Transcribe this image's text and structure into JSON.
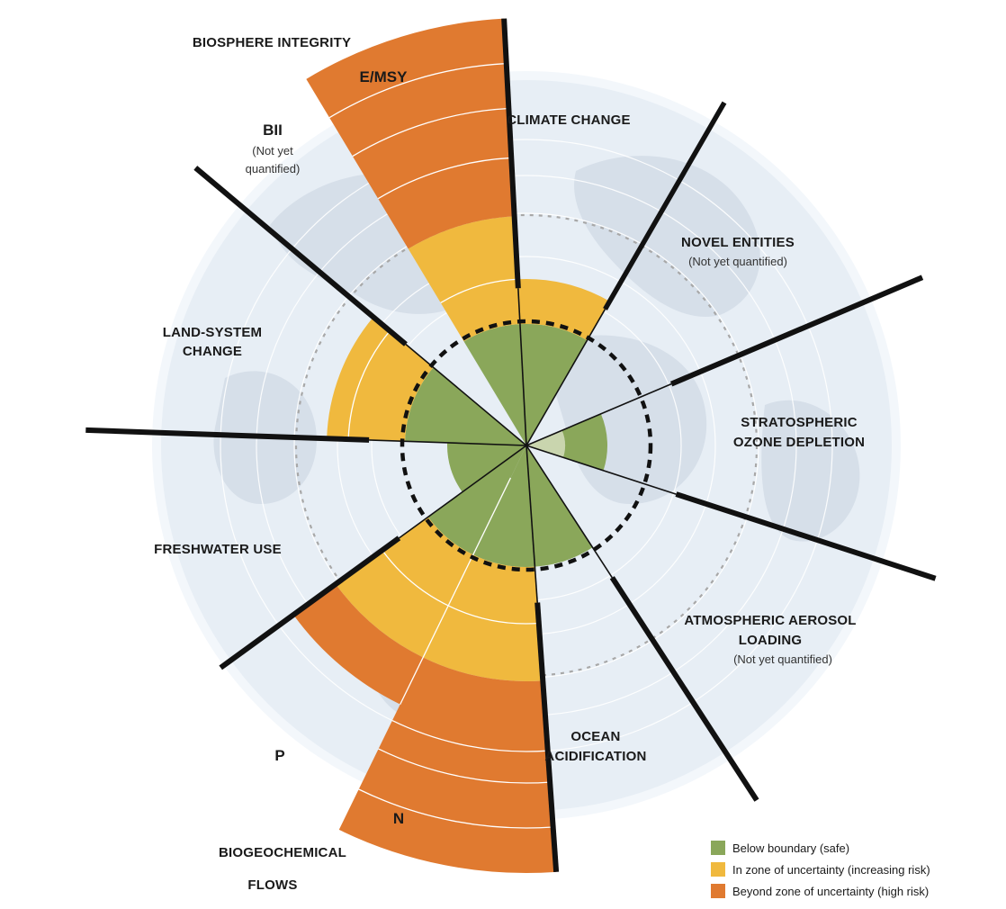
{
  "colors": {
    "safe": "#8aa75a",
    "uncertain": "#f0b93e",
    "high_risk": "#e07a30",
    "safe_light": "#c9d5ae",
    "globe": "#e7eef5",
    "land": "#d4dde8"
  },
  "labels": {
    "biosphere_integrity": "BIOSPHERE INTEGRITY",
    "emsy": "E/MSY",
    "bii": "BII",
    "bii_note_1": "(Not yet",
    "bii_note_2": "quantified)",
    "climate_change": "CLIMATE CHANGE",
    "novel_entities": "NOVEL ENTITIES",
    "novel_entities_note": "(Not yet quantified)",
    "stratospheric_1": "STRATOSPHERIC",
    "stratospheric_2": "OZONE DEPLETION",
    "aerosol_1": "ATMOSPHERIC AEROSOL",
    "aerosol_2": "LOADING",
    "aerosol_note": "(Not yet quantified)",
    "ocean_1": "OCEAN",
    "ocean_2": "ACIDIFICATION",
    "biogeochemical_1": "BIOGEOCHEMICAL",
    "biogeochemical_2": "FLOWS",
    "p": "P",
    "n": "N",
    "land_system_1": "LAND-SYSTEM",
    "land_system_2": "CHANGE",
    "freshwater": "FRESHWATER USE"
  },
  "legend": [
    {
      "label": "Below boundary (safe)",
      "color": "#8aa75a"
    },
    {
      "label": "In zone of uncertainty (increasing risk)",
      "color": "#f0b93e"
    },
    {
      "label": "Beyond zone of uncertainty (high risk)",
      "color": "#e07a30"
    }
  ]
}
